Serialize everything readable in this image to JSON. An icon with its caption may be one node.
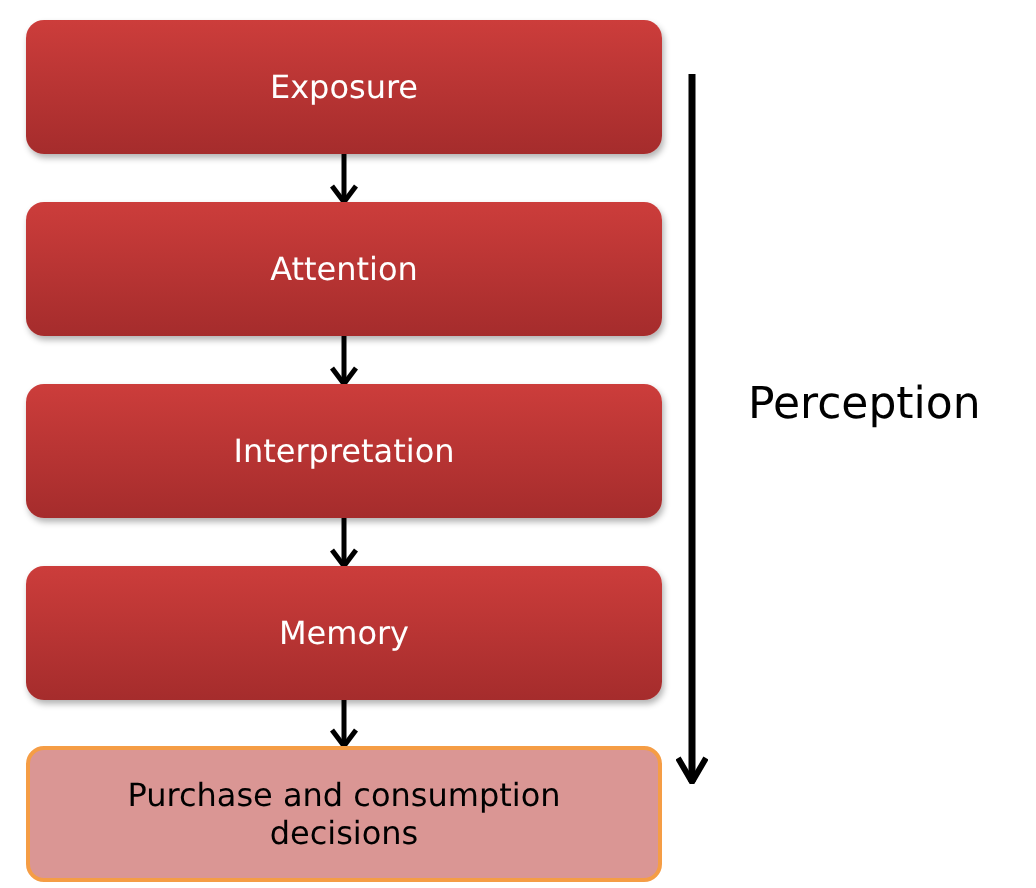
{
  "diagram": {
    "nodes": [
      {
        "text": [
          "Exposure"
        ]
      },
      {
        "text": [
          "Attention"
        ]
      },
      {
        "text": [
          "Interpretation"
        ]
      },
      {
        "text": [
          "Memory"
        ]
      },
      {
        "text": [
          "Purchase and consumption decisions"
        ]
      }
    ],
    "edges": [
      {
        "from": 0,
        "to": 1,
        "arrow": "to"
      },
      {
        "from": 1,
        "to": 2,
        "arrow": "to"
      },
      {
        "from": 2,
        "to": 3,
        "arrow": "to"
      },
      {
        "from": 3,
        "to": 4,
        "arrow": "to"
      }
    ],
    "labels": [
      "Perception"
    ]
  }
}
